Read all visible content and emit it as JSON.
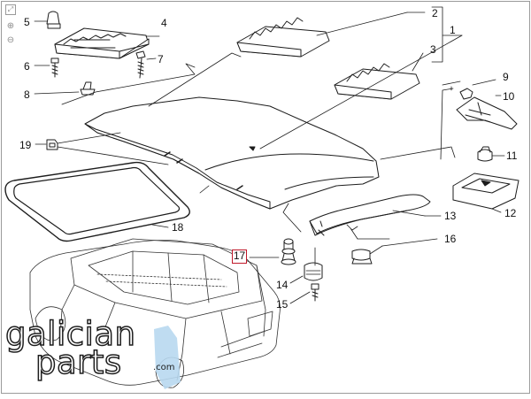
{
  "toolbar": {
    "fit_icon": "fit-screen-icon",
    "zoom_in_icon": "zoom-in-icon",
    "zoom_out_icon": "zoom-out-icon"
  },
  "parts": {
    "p1": "1",
    "p2": "2",
    "p3": "3",
    "p4": "4",
    "p5": "5",
    "p6": "6",
    "p7": "7",
    "p8": "8",
    "p9": "9",
    "p10": "10",
    "p11": "11",
    "p12": "12",
    "p13": "13",
    "p15": "15",
    "p16": "16",
    "p17": "17",
    "p18": "18",
    "p19": "19",
    "p14": "14"
  },
  "highlight": {
    "selected_part": "17",
    "color": "#c0182a"
  },
  "watermark": {
    "line1": "galician",
    "line2": "parts",
    "suffix": ".com"
  },
  "colors": {
    "line": "#1d1d1d",
    "frame": "#9a9a9a",
    "accent_blue": "#b8d8f0"
  }
}
